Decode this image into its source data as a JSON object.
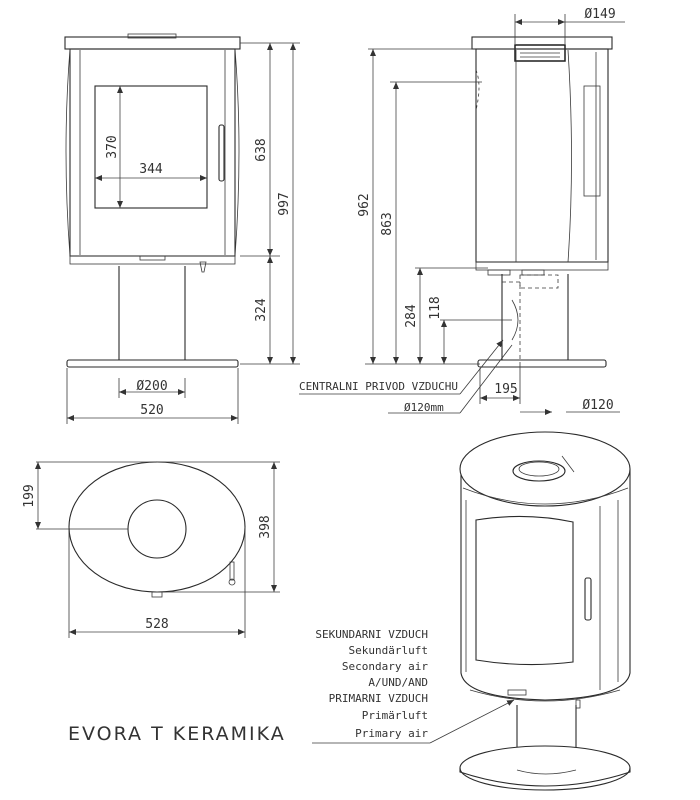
{
  "product_name": "EVORA T KERAMIKA",
  "front_view": {
    "window_height": "370",
    "window_width": "344",
    "body_height": "638",
    "total_height": "997",
    "pedestal_height": "324",
    "pedestal_diameter": "Ø200",
    "base_width": "520"
  },
  "side_view": {
    "flue_diameter": "Ø149",
    "flue_height": "962",
    "body_top_height": "863",
    "air_inlet_height": "284",
    "air_center_height": "118",
    "central_air_label": "CENTRALNI PRIVOD VZDUCHU",
    "air_pipe_diameter": "Ø120mm",
    "inlet_offset": "195",
    "inlet_diameter": "Ø120"
  },
  "top_view": {
    "flue_offset": "199",
    "depth": "398",
    "width": "528"
  },
  "air_labels": [
    "SEKUNDARNI VZDUCH",
    "Sekundärluft",
    "Secondary air",
    "A/UND/AND",
    "PRIMARNI VZDUCH",
    "Primärluft",
    "Primary air"
  ]
}
